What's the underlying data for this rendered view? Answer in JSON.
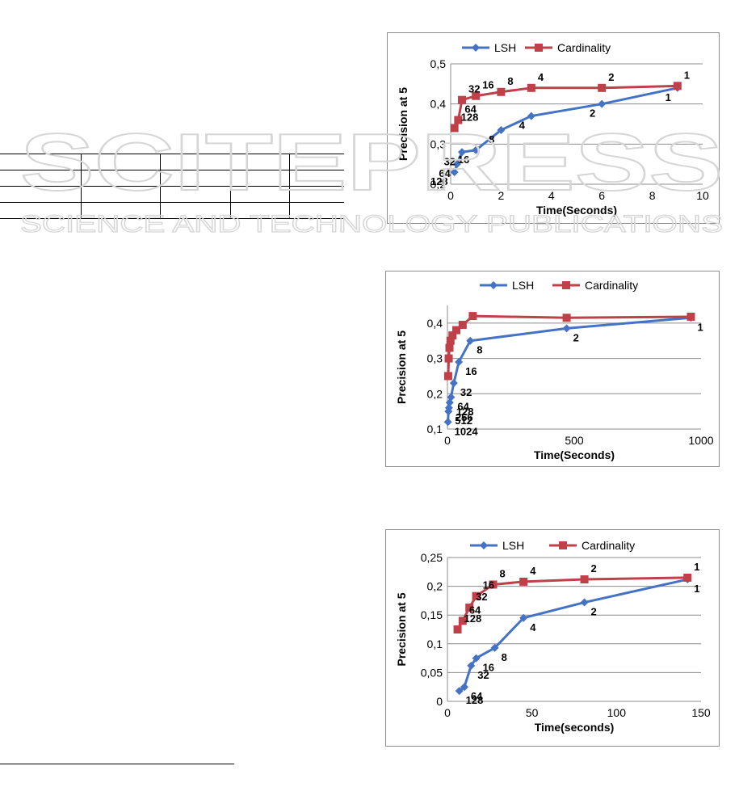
{
  "watermark": {
    "main": "SCITEPRESS",
    "sub": "SCIENCE AND TECHNOLOGY PUBLICATIONS"
  },
  "colors": {
    "lsh": "#4472c4",
    "cardinality": "#c0404a",
    "grid": "#8c8c8c",
    "axis_text": "#000000"
  },
  "chart_data": [
    {
      "type": "line",
      "xlabel": "Time(Seconds)",
      "ylabel": "Precision at 5",
      "xlim": [
        0,
        10
      ],
      "ylim": [
        0.2,
        0.5
      ],
      "x_ticks": [
        0,
        2,
        4,
        6,
        8,
        10
      ],
      "y_ticks": [
        0.2,
        0.3,
        0.4,
        0.5
      ],
      "x_tick_labels": [
        "0",
        "2",
        "4",
        "6",
        "8",
        "10"
      ],
      "y_tick_labels": [
        "0,2",
        "0,3",
        "0,4",
        "0,5"
      ],
      "legend_position": "top",
      "grid": "horizontal",
      "series": [
        {
          "name": "LSH",
          "marker": "diamond",
          "x": [
            0.15,
            0.25,
            0.45,
            1.0,
            2.0,
            3.2,
            6.0,
            9.0
          ],
          "y": [
            0.23,
            0.25,
            0.28,
            0.285,
            0.335,
            0.37,
            0.4,
            0.44
          ],
          "labels": [
            "128",
            "64",
            "32",
            "16",
            "8",
            "4",
            "2",
            "1"
          ]
        },
        {
          "name": "Cardinality",
          "marker": "square",
          "x": [
            0.15,
            0.3,
            0.45,
            1.0,
            2.0,
            3.2,
            6.0,
            9.0
          ],
          "y": [
            0.34,
            0.36,
            0.41,
            0.42,
            0.43,
            0.44,
            0.44,
            0.445
          ],
          "labels": [
            "128",
            "64",
            "32",
            "16",
            "8",
            "4",
            "2",
            "1"
          ]
        }
      ]
    },
    {
      "type": "line",
      "xlabel": "Time(Seconds)",
      "ylabel": "Precision at 5",
      "xlim": [
        0,
        1000
      ],
      "ylim": [
        0.1,
        0.45
      ],
      "x_ticks": [
        0,
        500,
        1000
      ],
      "y_ticks": [
        0.1,
        0.2,
        0.3,
        0.4
      ],
      "x_tick_labels": [
        "0",
        "500",
        "1000"
      ],
      "y_tick_labels": [
        "0,1",
        "0,2",
        "0,3",
        "0,4"
      ],
      "legend_position": "top",
      "grid": "horizontal",
      "series": [
        {
          "name": "LSH",
          "marker": "diamond",
          "x": [
            2,
            4,
            6,
            9,
            14,
            25,
            45,
            90,
            470,
            960
          ],
          "y": [
            0.12,
            0.15,
            0.16,
            0.175,
            0.19,
            0.23,
            0.29,
            0.35,
            0.385,
            0.415
          ],
          "labels": [
            "1024",
            "512",
            "256",
            "128",
            "64",
            "32",
            "16",
            "8",
            "2",
            "1"
          ]
        },
        {
          "name": "Cardinality",
          "marker": "square",
          "x": [
            3,
            5,
            8,
            12,
            20,
            35,
            60,
            100,
            470,
            960
          ],
          "y": [
            0.25,
            0.3,
            0.33,
            0.35,
            0.365,
            0.38,
            0.395,
            0.42,
            0.415,
            0.418
          ],
          "labels": []
        }
      ]
    },
    {
      "type": "line",
      "xlabel": "Time(seconds)",
      "ylabel": "Precision at 5",
      "xlim": [
        0,
        150
      ],
      "ylim": [
        0,
        0.25
      ],
      "x_ticks": [
        0,
        50,
        100,
        150
      ],
      "y_ticks": [
        0,
        0.05,
        0.1,
        0.15,
        0.2,
        0.25
      ],
      "x_tick_labels": [
        "0",
        "50",
        "100",
        "150"
      ],
      "y_tick_labels": [
        "0",
        "0,05",
        "0,1",
        "0,15",
        "0,2",
        "0,25"
      ],
      "legend_position": "top",
      "grid": "horizontal",
      "series": [
        {
          "name": "LSH",
          "marker": "diamond",
          "x": [
            7,
            10,
            14,
            17,
            28,
            45,
            81,
            142
          ],
          "y": [
            0.018,
            0.025,
            0.062,
            0.075,
            0.093,
            0.145,
            0.172,
            0.212
          ],
          "labels": [
            "128",
            "64",
            "32",
            "16",
            "8",
            "4",
            "2",
            "1"
          ]
        },
        {
          "name": "Cardinality",
          "marker": "square",
          "x": [
            6,
            9,
            13,
            17,
            27,
            45,
            81,
            142
          ],
          "y": [
            0.125,
            0.14,
            0.163,
            0.183,
            0.203,
            0.208,
            0.212,
            0.215
          ],
          "labels": [
            "128",
            "64",
            "32",
            "16",
            "8",
            "4",
            "2",
            "1"
          ]
        }
      ]
    }
  ]
}
